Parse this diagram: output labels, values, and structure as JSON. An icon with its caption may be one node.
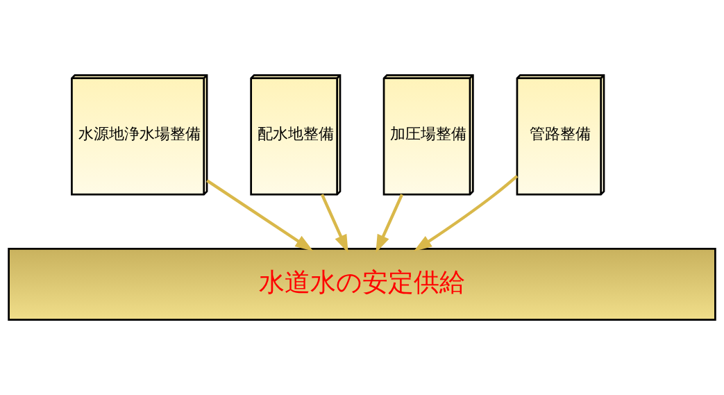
{
  "diagram": {
    "nodes": [
      {
        "text": [
          "水源地浄水場整備"
        ]
      },
      {
        "text": [
          "配水地整備"
        ]
      },
      {
        "text": [
          "加圧場整備"
        ]
      },
      {
        "text": [
          "管路整備"
        ]
      },
      {
        "text": [
          "水道水の安定供給"
        ]
      }
    ],
    "edges": [
      {
        "from": 0,
        "to": 4,
        "arrow": "to"
      },
      {
        "from": 1,
        "to": 4,
        "arrow": "to"
      },
      {
        "from": 2,
        "to": 4,
        "arrow": "to"
      },
      {
        "from": 3,
        "to": 4,
        "arrow": "to"
      }
    ]
  }
}
